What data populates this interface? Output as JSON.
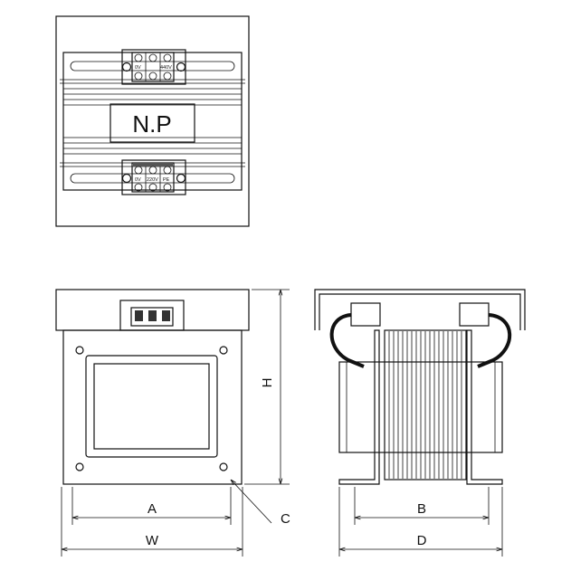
{
  "top_view": {
    "nameplate": "N.P",
    "upper_terminal_labels": [
      "0V",
      "440V"
    ],
    "lower_terminal_labels": [
      "0V",
      "220V",
      "PE"
    ]
  },
  "dimensions": {
    "front": {
      "A": "A",
      "W": "W",
      "H": "H",
      "C": "C"
    },
    "side": {
      "B": "B",
      "D": "D"
    }
  }
}
